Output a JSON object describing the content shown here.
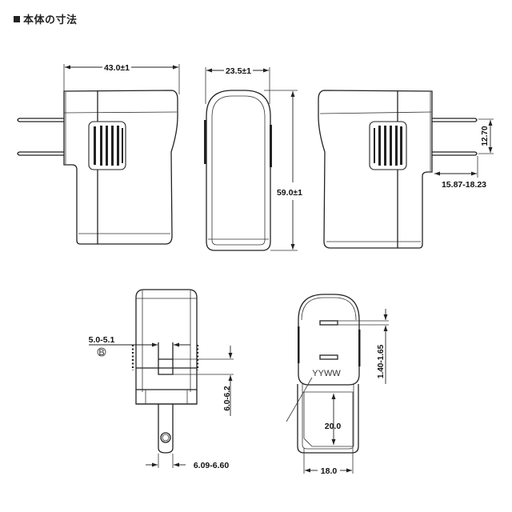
{
  "header": {
    "title": "本体の寸法",
    "bullet_icon": "black-square"
  },
  "views": {
    "side_left": {
      "width_label": "43.0±1"
    },
    "front": {
      "width_label": "23.5±1",
      "height_label": "59.0±1"
    },
    "side_right": {
      "pin_spacing_label": "12.70",
      "pin_length_label": "15.87-18.23"
    },
    "bottom_left": {
      "slot_label": "5.0-5.1",
      "slot_symbol": "B",
      "slot_height_label": "6.0-6.2",
      "pin_width_label": "6.09-6.60"
    },
    "bottom_right": {
      "date_code": "YYWW",
      "blade_thickness_label": "1.40-1.65",
      "label_height": "20.0",
      "label_width": "18.0"
    }
  },
  "colors": {
    "line": "#222222",
    "background": "#ffffff"
  }
}
